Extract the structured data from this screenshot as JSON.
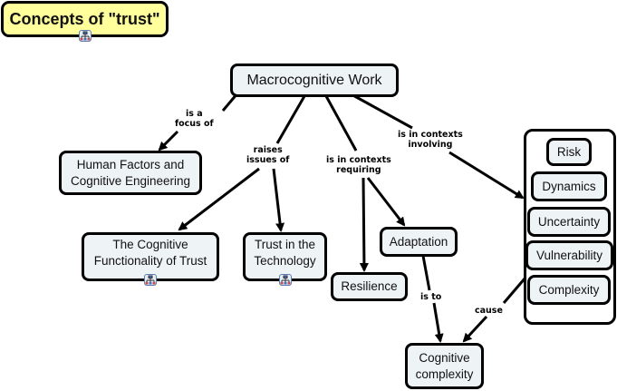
{
  "title": "Concepts of \"trust\"",
  "concepts": {
    "macro": "Macrocognitive Work",
    "hfce_1": "Human Factors and",
    "hfce_2": "Cognitive Engineering",
    "cft_1": "The Cognitive",
    "cft_2": "Functionality of Trust",
    "tit_1": "Trust in the",
    "tit_2": "Technology",
    "adaptation": "Adaptation",
    "resilience": "Resilience",
    "cc_1": "Cognitive",
    "cc_2": "complexity",
    "risk": "Risk",
    "dynamics": "Dynamics",
    "uncertainty": "Uncertainty",
    "vulnerability": "Vulnerability",
    "complexity": "Complexity"
  },
  "links": {
    "focus_1": "is a",
    "focus_2": "focus of",
    "raises_1": "raises",
    "raises_2": "issues of",
    "requiring_1": "is in contexts",
    "requiring_2": "requiring",
    "involving_1": "is in contexts",
    "involving_2": "involving",
    "isto": "is to",
    "cause": "cause"
  },
  "icons": {
    "submap": "concept-map-submap-icon"
  },
  "colors": {
    "title_fill": "#ffff9c",
    "concept_fill": "#eef3f5",
    "border": "#000000"
  }
}
